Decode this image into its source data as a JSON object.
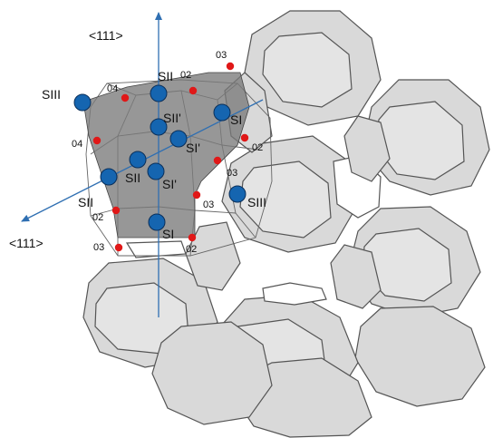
{
  "axes": [
    {
      "id": "vertical",
      "label": "<111>"
    },
    {
      "id": "diagonal",
      "label": "<111>"
    }
  ],
  "colors": {
    "cage_face": "#d9d9d9",
    "cage_stroke": "#555555",
    "shaded_plane": "#7a7a7a",
    "blue_site": "#1565b0",
    "red_site": "#e01818",
    "axis": "#2f6fb2"
  },
  "blue_sites": [
    {
      "label": "SIII"
    },
    {
      "label": "SII"
    },
    {
      "label": "SII'"
    },
    {
      "label": "SI"
    },
    {
      "label": "SI'"
    },
    {
      "label": "SII"
    },
    {
      "label": "SI'"
    },
    {
      "label": "SII"
    },
    {
      "label": "SI"
    },
    {
      "label": "SIII"
    }
  ],
  "red_sites": [
    {
      "label": "03"
    },
    {
      "label": "02"
    },
    {
      "label": "04"
    },
    {
      "label": "04"
    },
    {
      "label": "02"
    },
    {
      "label": "03"
    },
    {
      "label": "02"
    },
    {
      "label": "03"
    },
    {
      "label": "03"
    },
    {
      "label": "02"
    }
  ]
}
